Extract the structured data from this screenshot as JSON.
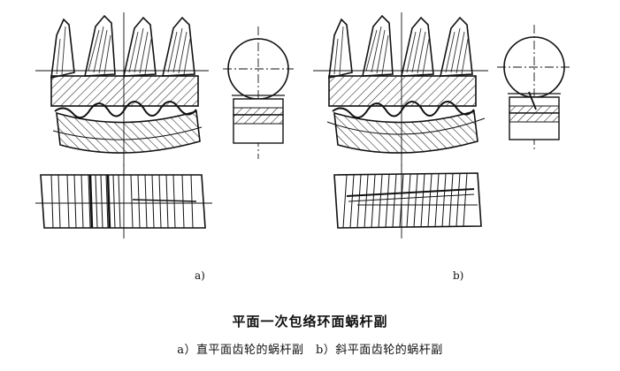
{
  "figure": {
    "label_a": "a)",
    "label_b": "b)",
    "title": "平面一次包络环面蜗杆副",
    "caption": "a）直平面齿轮的蜗杆副　b）斜平面齿轮的蜗杆副"
  }
}
